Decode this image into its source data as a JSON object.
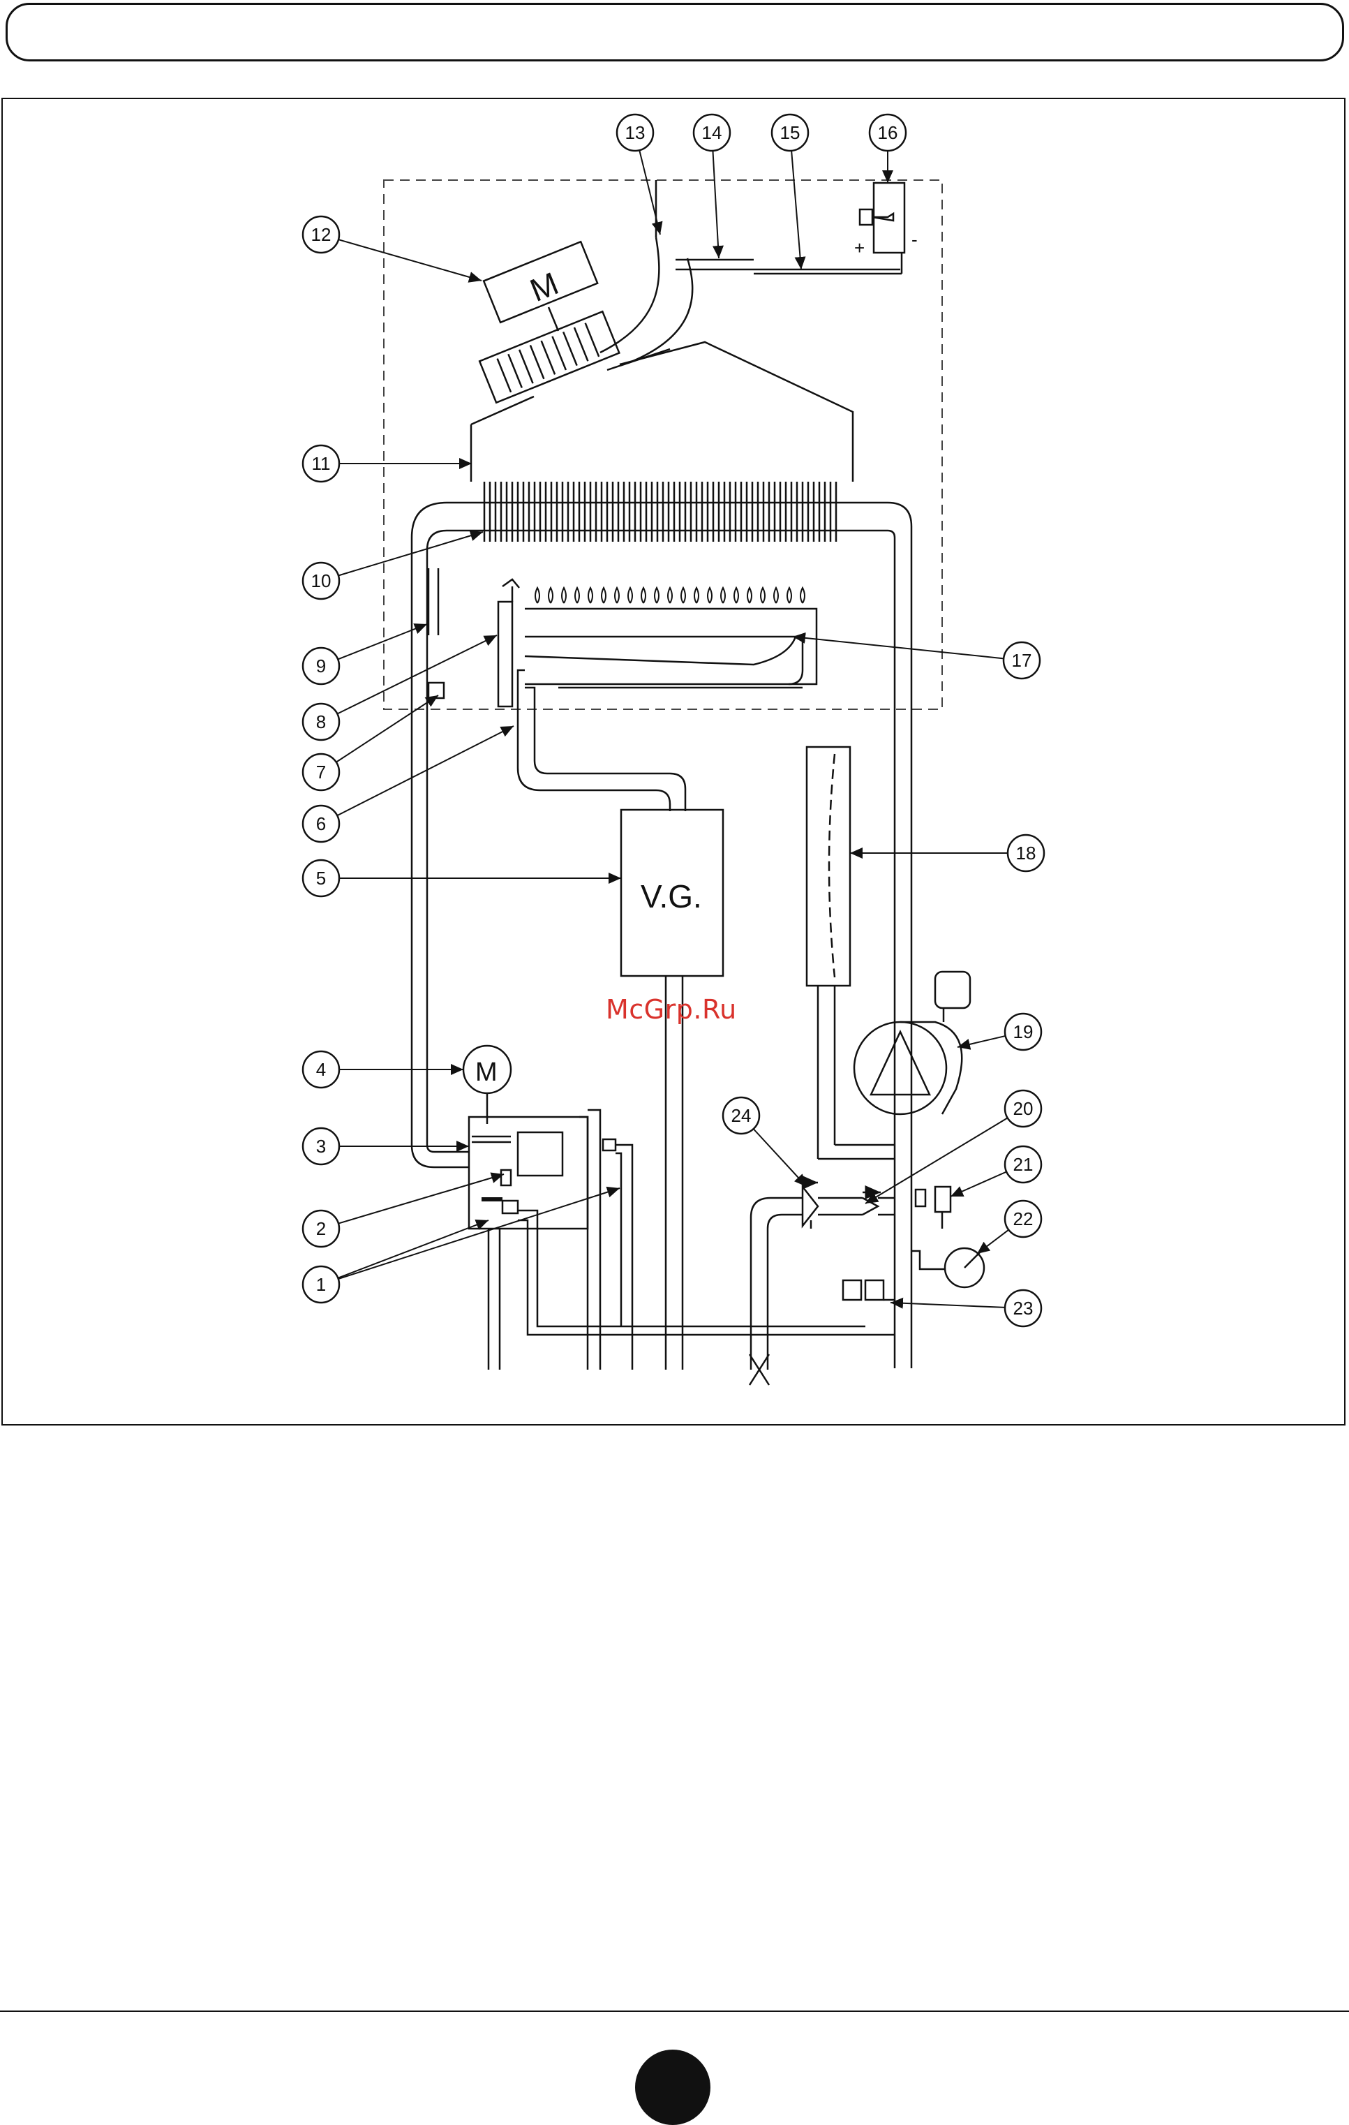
{
  "diagram": {
    "callouts": [
      "1",
      "2",
      "3",
      "4",
      "5",
      "6",
      "7",
      "8",
      "9",
      "10",
      "11",
      "12",
      "13",
      "14",
      "15",
      "16",
      "17",
      "18",
      "19",
      "20",
      "21",
      "22",
      "23",
      "24"
    ],
    "component_labels": {
      "fan_motor": "M",
      "valve_motor": "M",
      "gas_valve": "V.G.",
      "pressure_plus": "+",
      "pressure_minus": "-"
    }
  },
  "watermark": "McGrp.Ru"
}
